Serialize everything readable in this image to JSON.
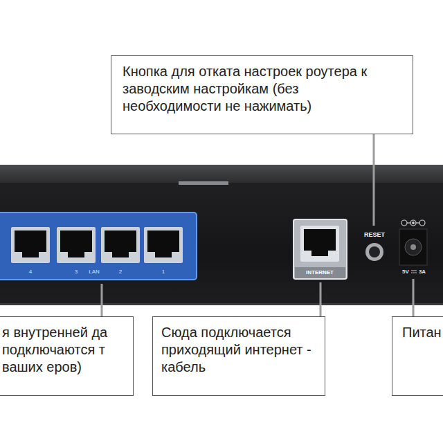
{
  "diagram": {
    "nodes": [
      {
        "text": [
          "Кнопка для отката настроек роутера к заводским настройкам (без необходимости не нажимать)"
        ]
      },
      {
        "text": [
          "я внутренней да подключаются т ваших еров)"
        ]
      },
      {
        "text": [
          "Сюда подключается приходящий интернет - кабель"
        ]
      },
      {
        "text": [
          "Питан"
        ]
      }
    ],
    "labels": [
      "4",
      "3",
      "LAN",
      "2",
      "1",
      "INTERNET",
      "RESET",
      "5V",
      "3A"
    ]
  }
}
